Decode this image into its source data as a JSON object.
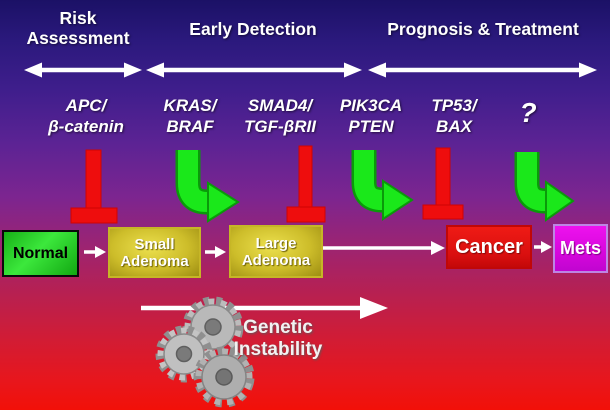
{
  "title": "Colorectal cancer progression diagram",
  "phases": [
    {
      "label": "Risk Assessment"
    },
    {
      "label": "Early Detection"
    },
    {
      "label": "Prognosis & Treatment"
    }
  ],
  "genes": [
    {
      "line1": "APC/",
      "line2": "β-catenin",
      "effect": "inhibit"
    },
    {
      "line1": "KRAS/",
      "line2": "BRAF",
      "effect": "promote"
    },
    {
      "line1": "SMAD4/",
      "line2": "TGF-βRII",
      "effect": "inhibit"
    },
    {
      "line1": "PIK3CA",
      "line2": "PTEN",
      "effect": "promote"
    },
    {
      "line1": "TP53/",
      "line2": "BAX",
      "effect": "inhibit"
    },
    {
      "line1": "?",
      "line2": "",
      "effect": "promote"
    }
  ],
  "stages": [
    {
      "label": "Normal"
    },
    {
      "label": "Small Adenoma"
    },
    {
      "label": "Large Adenoma"
    },
    {
      "label": "Cancer"
    },
    {
      "label": "Mets"
    }
  ],
  "footer": {
    "label": "Genetic Instability"
  },
  "icons": {
    "inhibitor": "red-tbar-inhibitor-icon",
    "promoter": "green-curved-arrow-icon",
    "gears": "gears-icon"
  },
  "colors": {
    "background_top": "#1b1166",
    "background_mid": "#7c2590",
    "background_bottom": "#f21008",
    "arrow_white": "#ffffff",
    "inhibitor_red": "#ee0d0d",
    "promoter_green": "#1ae81a",
    "normal_green": "#2ecc2e",
    "adenoma_yellow": "#cdbd2a",
    "cancer_red": "#e01212",
    "mets_magenta": "#dd0bdd",
    "gear_gray": "#b4b4b4"
  }
}
